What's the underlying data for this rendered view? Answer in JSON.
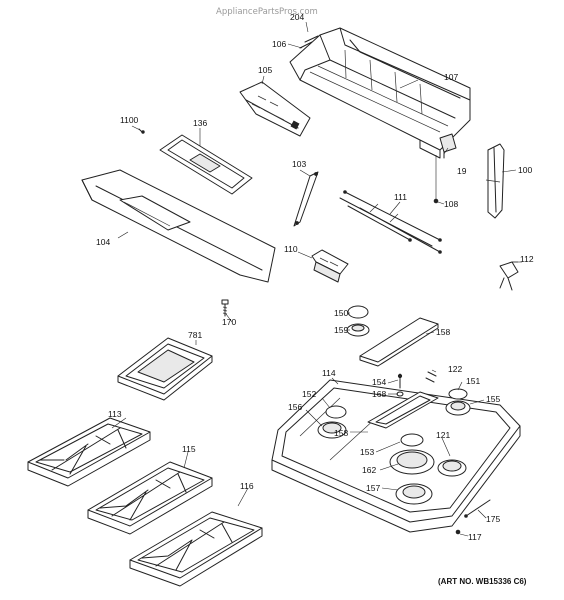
{
  "watermark": "AppliancePartsPros.com",
  "art_no": "(ART NO. WB15336 C6)",
  "parts": {
    "p204": "204",
    "p106": "106",
    "p107": "107",
    "p105": "105",
    "p1100": "1100",
    "p136": "136",
    "p19": "19",
    "p100": "100",
    "p103": "103",
    "p111": "111",
    "p108": "108",
    "p104": "104",
    "p110": "110",
    "p112": "112",
    "p170": "170",
    "p150": "150",
    "p158a": "158",
    "p159": "159",
    "p781": "781",
    "p122": "122",
    "p114": "114",
    "p154": "154",
    "p151": "151",
    "p168": "168",
    "p152": "152",
    "p155": "155",
    "p156": "156",
    "p113": "113",
    "p158b": "158",
    "p121": "121",
    "p153": "153",
    "p162": "162",
    "p115": "115",
    "p157": "157",
    "p116": "116",
    "p175": "175",
    "p117": "117"
  }
}
